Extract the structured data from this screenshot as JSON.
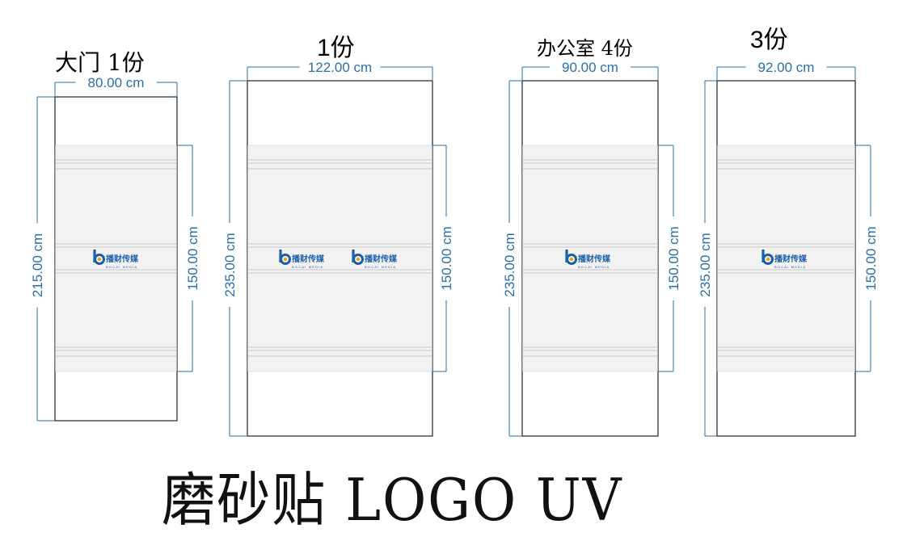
{
  "panels": [
    {
      "title": "大门 1份",
      "width_label": "80.00 cm",
      "height_label": "215.00 cm",
      "band_label": "150.00 cm",
      "logo_count": 1
    },
    {
      "title": "1份",
      "width_label": "122.00 cm",
      "height_label": "235.00 cm",
      "band_label": "150.00 cm",
      "logo_count": 2
    },
    {
      "title": "办公室 4份",
      "width_label": "90.00 cm",
      "height_label": "235.00 cm",
      "band_label": "150.00 cm",
      "logo_count": 1
    },
    {
      "title": "3份",
      "width_label": "92.00 cm",
      "height_label": "235.00 cm",
      "band_label": "150.00 cm",
      "logo_count": 1
    }
  ],
  "logo": {
    "name": "播财传媒",
    "subtitle": "BOCAI MEDIA",
    "icon": "bocai-logo-icon",
    "color_primary": "#1d5fa8",
    "color_accent": "#f2a200"
  },
  "bottom_title": "磨砂贴 LOGO UV",
  "colors": {
    "dimension": "#2a6fa8",
    "band": "#f2f2f2",
    "outline": "#222222"
  }
}
